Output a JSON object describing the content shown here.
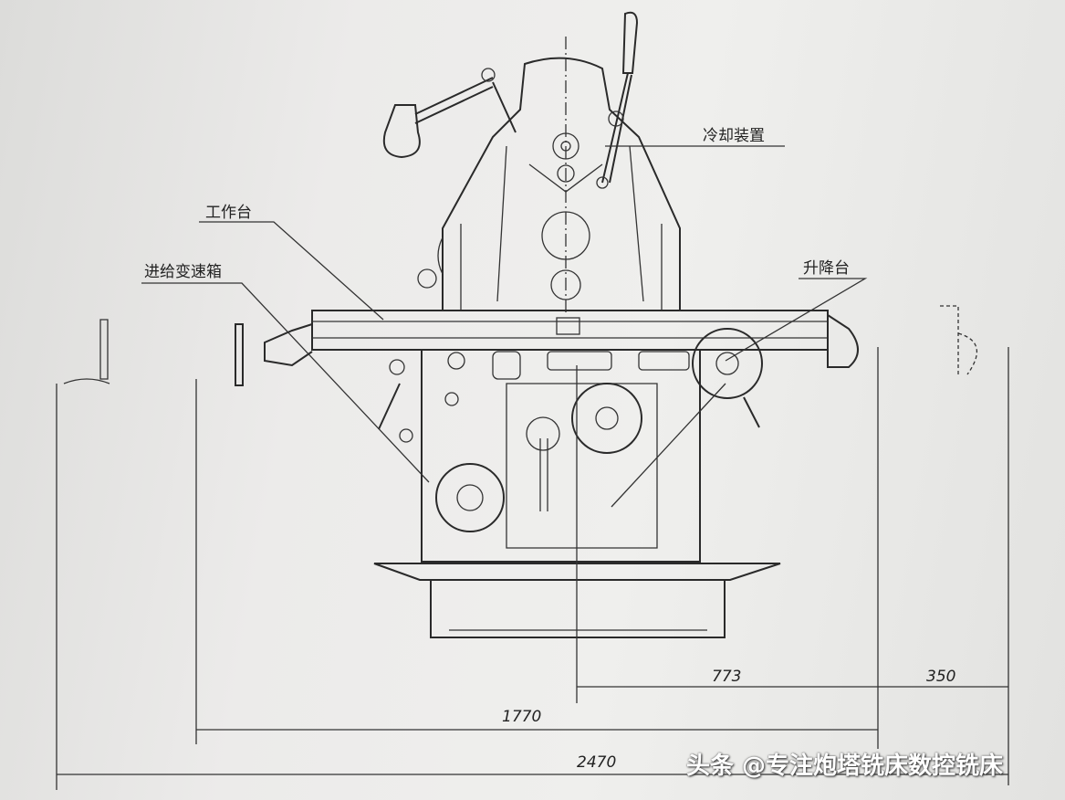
{
  "labels": {
    "coolant": "冷却装置",
    "table": "工作台",
    "feed_gearbox": "进给变速箱",
    "knee": "升降台"
  },
  "dimensions": {
    "d773": "773",
    "d350": "350",
    "d1770": "1770",
    "d2470": "2470"
  },
  "watermark": "头条 @专注炮塔铣床数控铣床"
}
